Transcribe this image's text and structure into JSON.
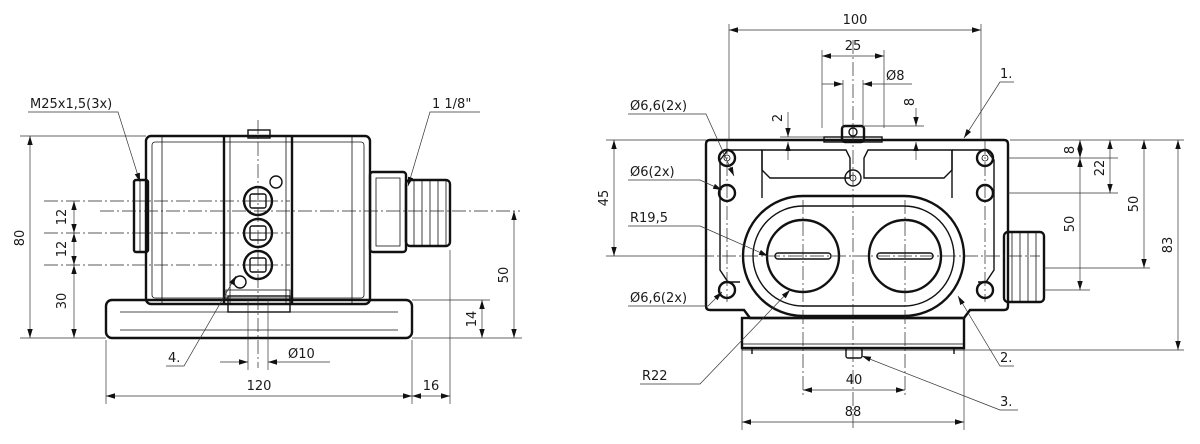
{
  "front_view": {
    "dims": {
      "height_total": "80",
      "spacing_a": "12",
      "spacing_b": "12",
      "base_to_axis": "30",
      "axis_height": "50",
      "plate_thickness": "14",
      "width": "120",
      "flange": "16",
      "pin_diameter": "Ø10"
    },
    "thread_callout": "M25x1,5(3x)",
    "connector_callout": "1 1/8\"",
    "callout_4": "4."
  },
  "side_view": {
    "dims": {
      "width_top": "100",
      "width_mid": "25",
      "pin_diameter": "Ø8",
      "pin_height": "8",
      "step_left": "2",
      "left_height": "45",
      "r1": "8",
      "r2": "22",
      "r3": "50",
      "r4": "50",
      "total_height": "83",
      "spacing_bottom": "40",
      "width_bottom": "88"
    },
    "hole_top": "Ø6,6(2x)",
    "hole_mid": "Ø6(2x)",
    "radius_inner": "R19,5",
    "hole_bottom": "Ø6,6(2x)",
    "radius_outer": "R22",
    "callout_1": "1.",
    "callout_2": "2.",
    "callout_3": "3."
  }
}
